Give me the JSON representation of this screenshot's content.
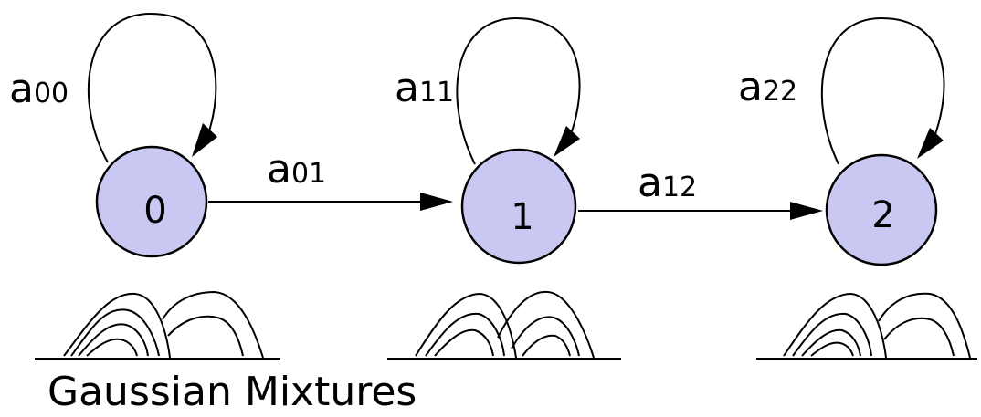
{
  "states": [
    {
      "id": "0",
      "label": "0"
    },
    {
      "id": "1",
      "label": "1"
    },
    {
      "id": "2",
      "label": "2"
    }
  ],
  "self_loops": [
    {
      "state": "0",
      "label_main": "a",
      "label_sub": "00"
    },
    {
      "state": "1",
      "label_main": "a",
      "label_sub": "11"
    },
    {
      "state": "2",
      "label_main": "a",
      "label_sub": "22"
    }
  ],
  "transitions": [
    {
      "from": "0",
      "to": "1",
      "label_main": "a",
      "label_sub": "01"
    },
    {
      "from": "1",
      "to": "2",
      "label_main": "a",
      "label_sub": "12"
    }
  ],
  "caption": "Gaussian Mixtures",
  "colors": {
    "state_fill": "#c8c8f2",
    "stroke": "#000000"
  }
}
